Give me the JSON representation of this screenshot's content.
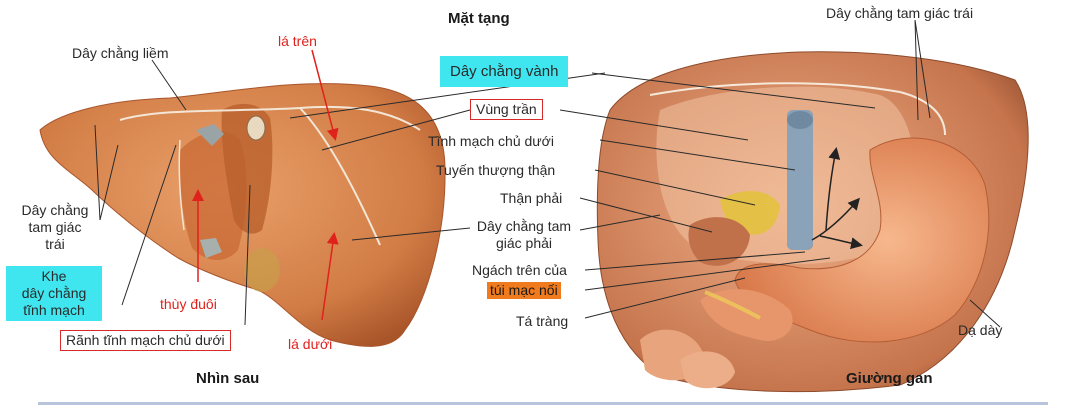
{
  "titles": {
    "top": "Mặt tạng",
    "left_view": "Nhìn sau",
    "right_view": "Giường gan"
  },
  "labels": {
    "falciform": "Dây chằng liềm",
    "left_triangular_a": "Dây chằng",
    "left_triangular_b": "tam giác",
    "left_triangular_c": "trái",
    "fissure_a": "Khe",
    "fissure_b": "dây chằng",
    "fissure_c": "tĩnh mạch",
    "groove": "Rãnh tĩnh mạch chủ dưới",
    "caudate": "thùy đuôi",
    "upper_layer": "lá trên",
    "lower_layer": "lá dưới",
    "coronary": "Dây chằng vành",
    "bare_area": "Vùng trần",
    "ivc": "Tĩnh mạch chủ dưới",
    "adrenal": "Tuyến thượng thận",
    "right_kidney": "Thận phải",
    "right_triangular_a": "Dây chằng tam",
    "right_triangular_b": "giác phải",
    "recess_a": "Ngách trên của",
    "recess_b": "túi mạc nối",
    "duodenum": "Tá tràng",
    "stomach": "Dạ dày",
    "left_triangular_top": "Dây chằng tam giác trái"
  },
  "colors": {
    "liver": "#d9824a",
    "liver_dark": "#b8602e",
    "highlight_cyan": "#3fe6ef",
    "highlight_orange": "#f07a1e",
    "red_text": "#e0221c",
    "box_red": "#d62a28",
    "stomach": "#ee9968",
    "ivc": "#8aa3b8",
    "adrenal": "#e3c23a"
  }
}
